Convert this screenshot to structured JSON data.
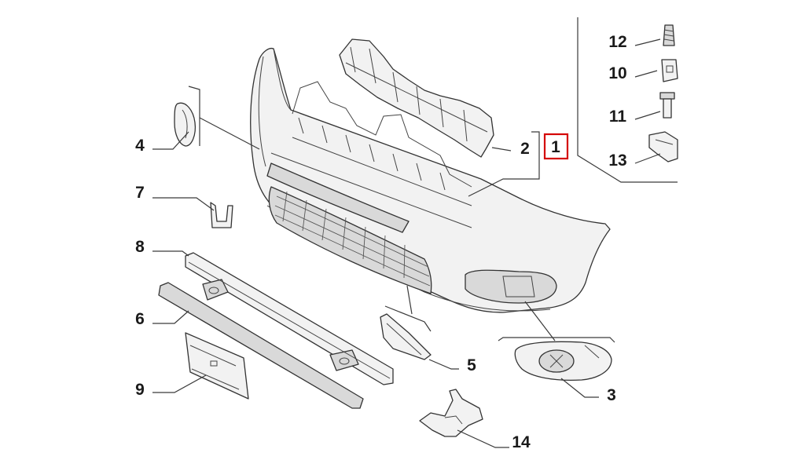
{
  "diagram": {
    "labels": {
      "p1": "1",
      "p2": "2",
      "p3": "3",
      "p4": "4",
      "p5": "5",
      "p6": "6",
      "p7": "7",
      "p8": "8",
      "p9": "9",
      "p10": "10",
      "p11": "11",
      "p12": "12",
      "p13": "13",
      "p14": "14"
    },
    "highlighted_part": "1",
    "highlight_color": "#d40000"
  }
}
